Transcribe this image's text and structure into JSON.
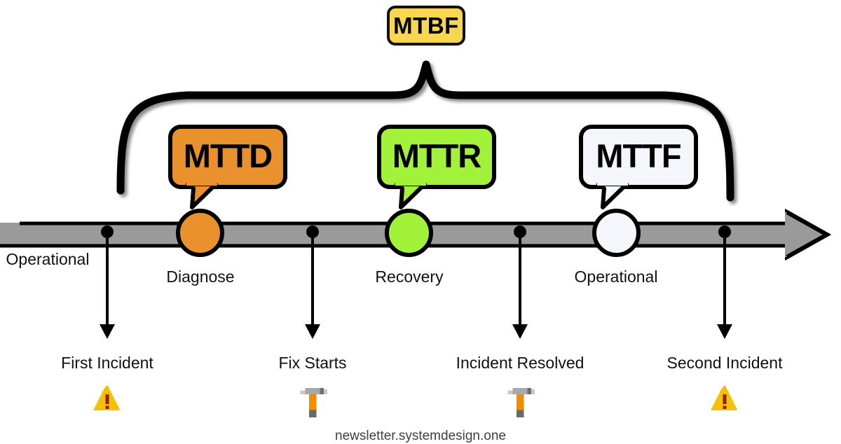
{
  "diagram": {
    "title_badge": {
      "label": "MTBF",
      "color": "#f7d651"
    },
    "timeline": {
      "bar_color": "#9a9a9a",
      "outline_color": "#000000",
      "start_label": "Operational"
    },
    "metrics": [
      {
        "id": "mttd",
        "label": "MTTD",
        "color": "#e8912d",
        "stage_label": "Diagnose"
      },
      {
        "id": "mttr",
        "label": "MTTR",
        "color": "#a2f23c",
        "stage_label": "Recovery"
      },
      {
        "id": "mttf",
        "label": "MTTF",
        "color": "#f4f6fb",
        "stage_label": "Operational"
      }
    ],
    "events": [
      {
        "id": "first-incident",
        "label": "First Incident",
        "icon": "warning-icon"
      },
      {
        "id": "fix-starts",
        "label": "Fix Starts",
        "icon": "hammer-icon"
      },
      {
        "id": "incident-resolved",
        "label": "Incident Resolved",
        "icon": "hammer-icon"
      },
      {
        "id": "second-incident",
        "label": "Second Incident",
        "icon": "warning-icon"
      }
    ],
    "footer": "newsletter.systemdesign.one"
  }
}
